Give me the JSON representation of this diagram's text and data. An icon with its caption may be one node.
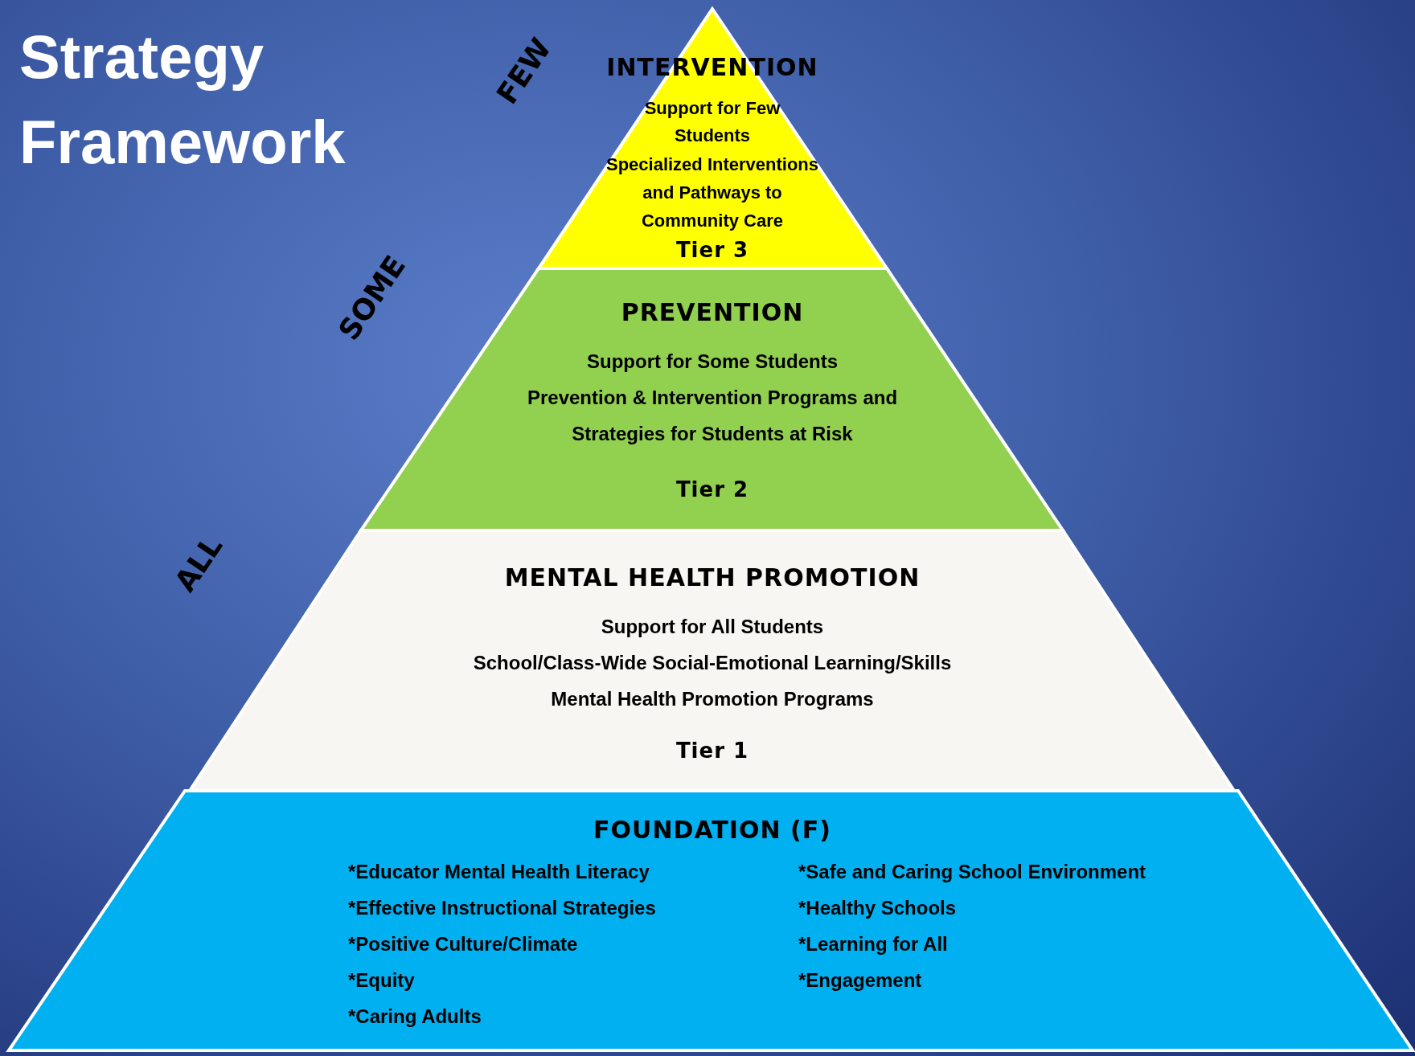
{
  "diagram": {
    "title": "Strategy Framework",
    "nodes": [
      {
        "text": [
          "INTERVENTION",
          "Support for Few Students",
          "Specialized Interventions and Pathways to Community Care",
          "Tier 3"
        ]
      },
      {
        "text": [
          "PREVENTION",
          "Support for Some Students",
          "Prevention & Intervention Programs and Strategies for Students at Risk",
          "Tier 2"
        ]
      },
      {
        "text": [
          "MENTAL HEALTH PROMOTION",
          "Support for All Students",
          "School/Class-Wide Social-Emotional Learning/Skills",
          "Mental Health Promotion Programs",
          "Tier 1"
        ]
      },
      {
        "text": [
          "FOUNDATION (F)",
          "*Educator Mental Health Literacy",
          "*Effective Instructional Strategies",
          "*Positive Culture/Climate",
          "*Equity",
          "*Caring Adults",
          "*Safe and Caring School Environment",
          "*Healthy Schools",
          "*Learning for All",
          "*Engagement"
        ]
      }
    ],
    "labels": [
      "FEW",
      "SOME",
      "ALL"
    ]
  }
}
